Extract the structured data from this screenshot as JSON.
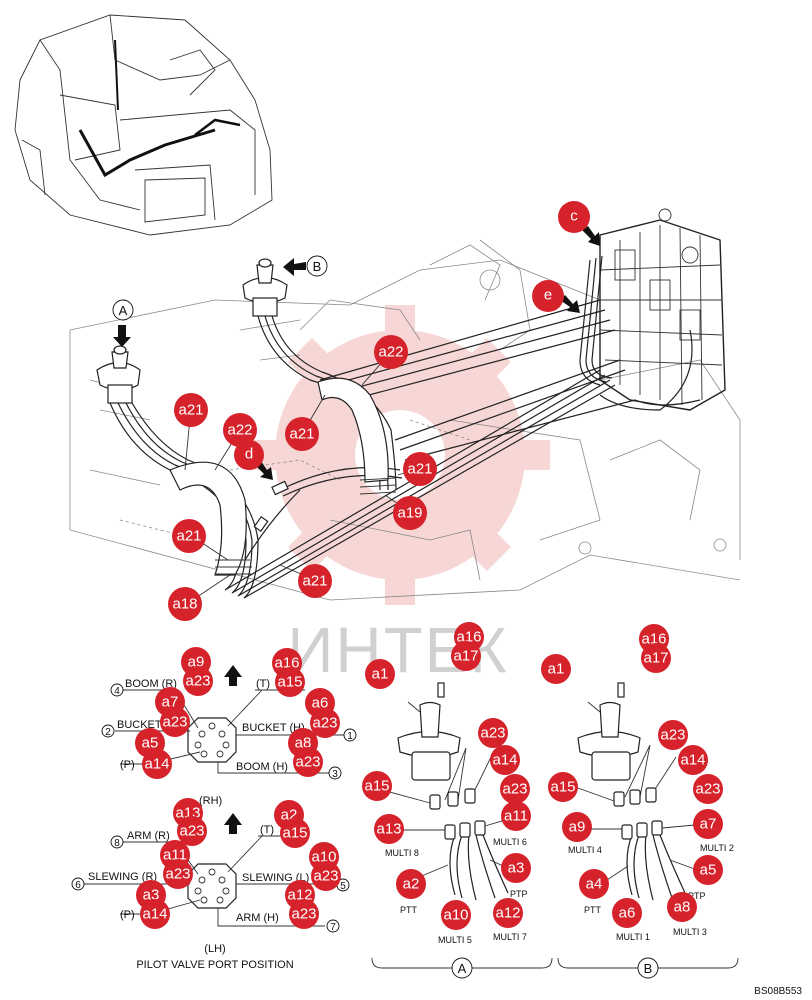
{
  "watermark": {
    "text": "ИНТЕК",
    "color": "#d0d0d0",
    "gear_color": "#f2b8b4"
  },
  "colors": {
    "callout_fill": "#d6222b",
    "callout_text": "#ffffff",
    "line": "#222222"
  },
  "view_markers": {
    "a": "A",
    "b": "B"
  },
  "main_callouts": {
    "c": "c",
    "e": "e",
    "d": "d",
    "a22_top": "a22",
    "a22_left": "a22",
    "a21_1": "a21",
    "a21_2": "a21",
    "a21_3": "a21",
    "a21_4": "a21",
    "a21_5": "a21",
    "a19": "a19",
    "a18": "a18"
  },
  "rh_port": {
    "left_labels": {
      "boom_r": "BOOM (R)",
      "bucket_r": "BUCKET (R)",
      "p": "(P)"
    },
    "right_labels": {
      "t": "(T)",
      "bucket_h": "BUCKET (H)",
      "boom_h": "BOOM (H)"
    },
    "numbers": {
      "n4": "4",
      "n2": "2",
      "n1": "1",
      "n3": "3"
    },
    "callouts": {
      "a9": "a9",
      "a23_1": "a23",
      "a7": "a7",
      "a23_2": "a23",
      "a5": "a5",
      "a14": "a14",
      "a16": "a16",
      "a15": "a15",
      "a6": "a6",
      "a23_3": "a23",
      "a8": "a8",
      "a23_4": "a23"
    }
  },
  "lh_port": {
    "top_label": "(RH)",
    "left_labels": {
      "arm_r": "ARM (R)",
      "slewing_r": "SLEWING (R)",
      "p": "(P)"
    },
    "right_labels": {
      "t": "(T)",
      "slewing_l": "SLEWING (L)",
      "arm_h": "ARM (H)"
    },
    "numbers": {
      "n8": "8",
      "n6": "6",
      "n5": "5",
      "n7": "7"
    },
    "callouts": {
      "a13": "a13",
      "a23_1": "a23",
      "a11": "a11",
      "a23_2": "a23",
      "a3": "a3",
      "a14": "a14",
      "a2": "a2",
      "a15": "a15",
      "a10": "a10",
      "a23_3": "a23",
      "a12": "a12",
      "a23_4": "a23"
    },
    "caption_1": "(LH)",
    "caption_2": "PILOT VALVE PORT POSITION"
  },
  "detail_a": {
    "callouts": {
      "a16": "a16",
      "a17": "a17",
      "a1": "a1",
      "a23_1": "a23",
      "a14": "a14",
      "a15": "a15",
      "a23_2": "a23",
      "a13": "a13",
      "a11": "a11",
      "a3": "a3",
      "a2": "a2",
      "a10": "a10",
      "a12": "a12"
    },
    "tags": {
      "multi8": "MULTI 8",
      "multi6": "MULTI 6",
      "ptp": "PTP",
      "ptt": "PTT",
      "multi5": "MULTI 5",
      "multi7": "MULTI 7"
    },
    "bracket_label": "A"
  },
  "detail_b": {
    "callouts": {
      "a16": "a16",
      "a17": "a17",
      "a1": "a1",
      "a23_1": "a23",
      "a14": "a14",
      "a15": "a15",
      "a23_2": "a23",
      "a9": "a9",
      "a7": "a7",
      "a5": "a5",
      "a4": "a4",
      "a6": "a6",
      "a8": "a8"
    },
    "tags": {
      "multi4": "MULTI 4",
      "multi2": "MULTI 2",
      "ptp": "PTP",
      "ptt": "PTT",
      "multi1": "MULTI 1",
      "multi3": "MULTI 3"
    },
    "bracket_label": "B"
  },
  "footer_code": "BS08B553"
}
